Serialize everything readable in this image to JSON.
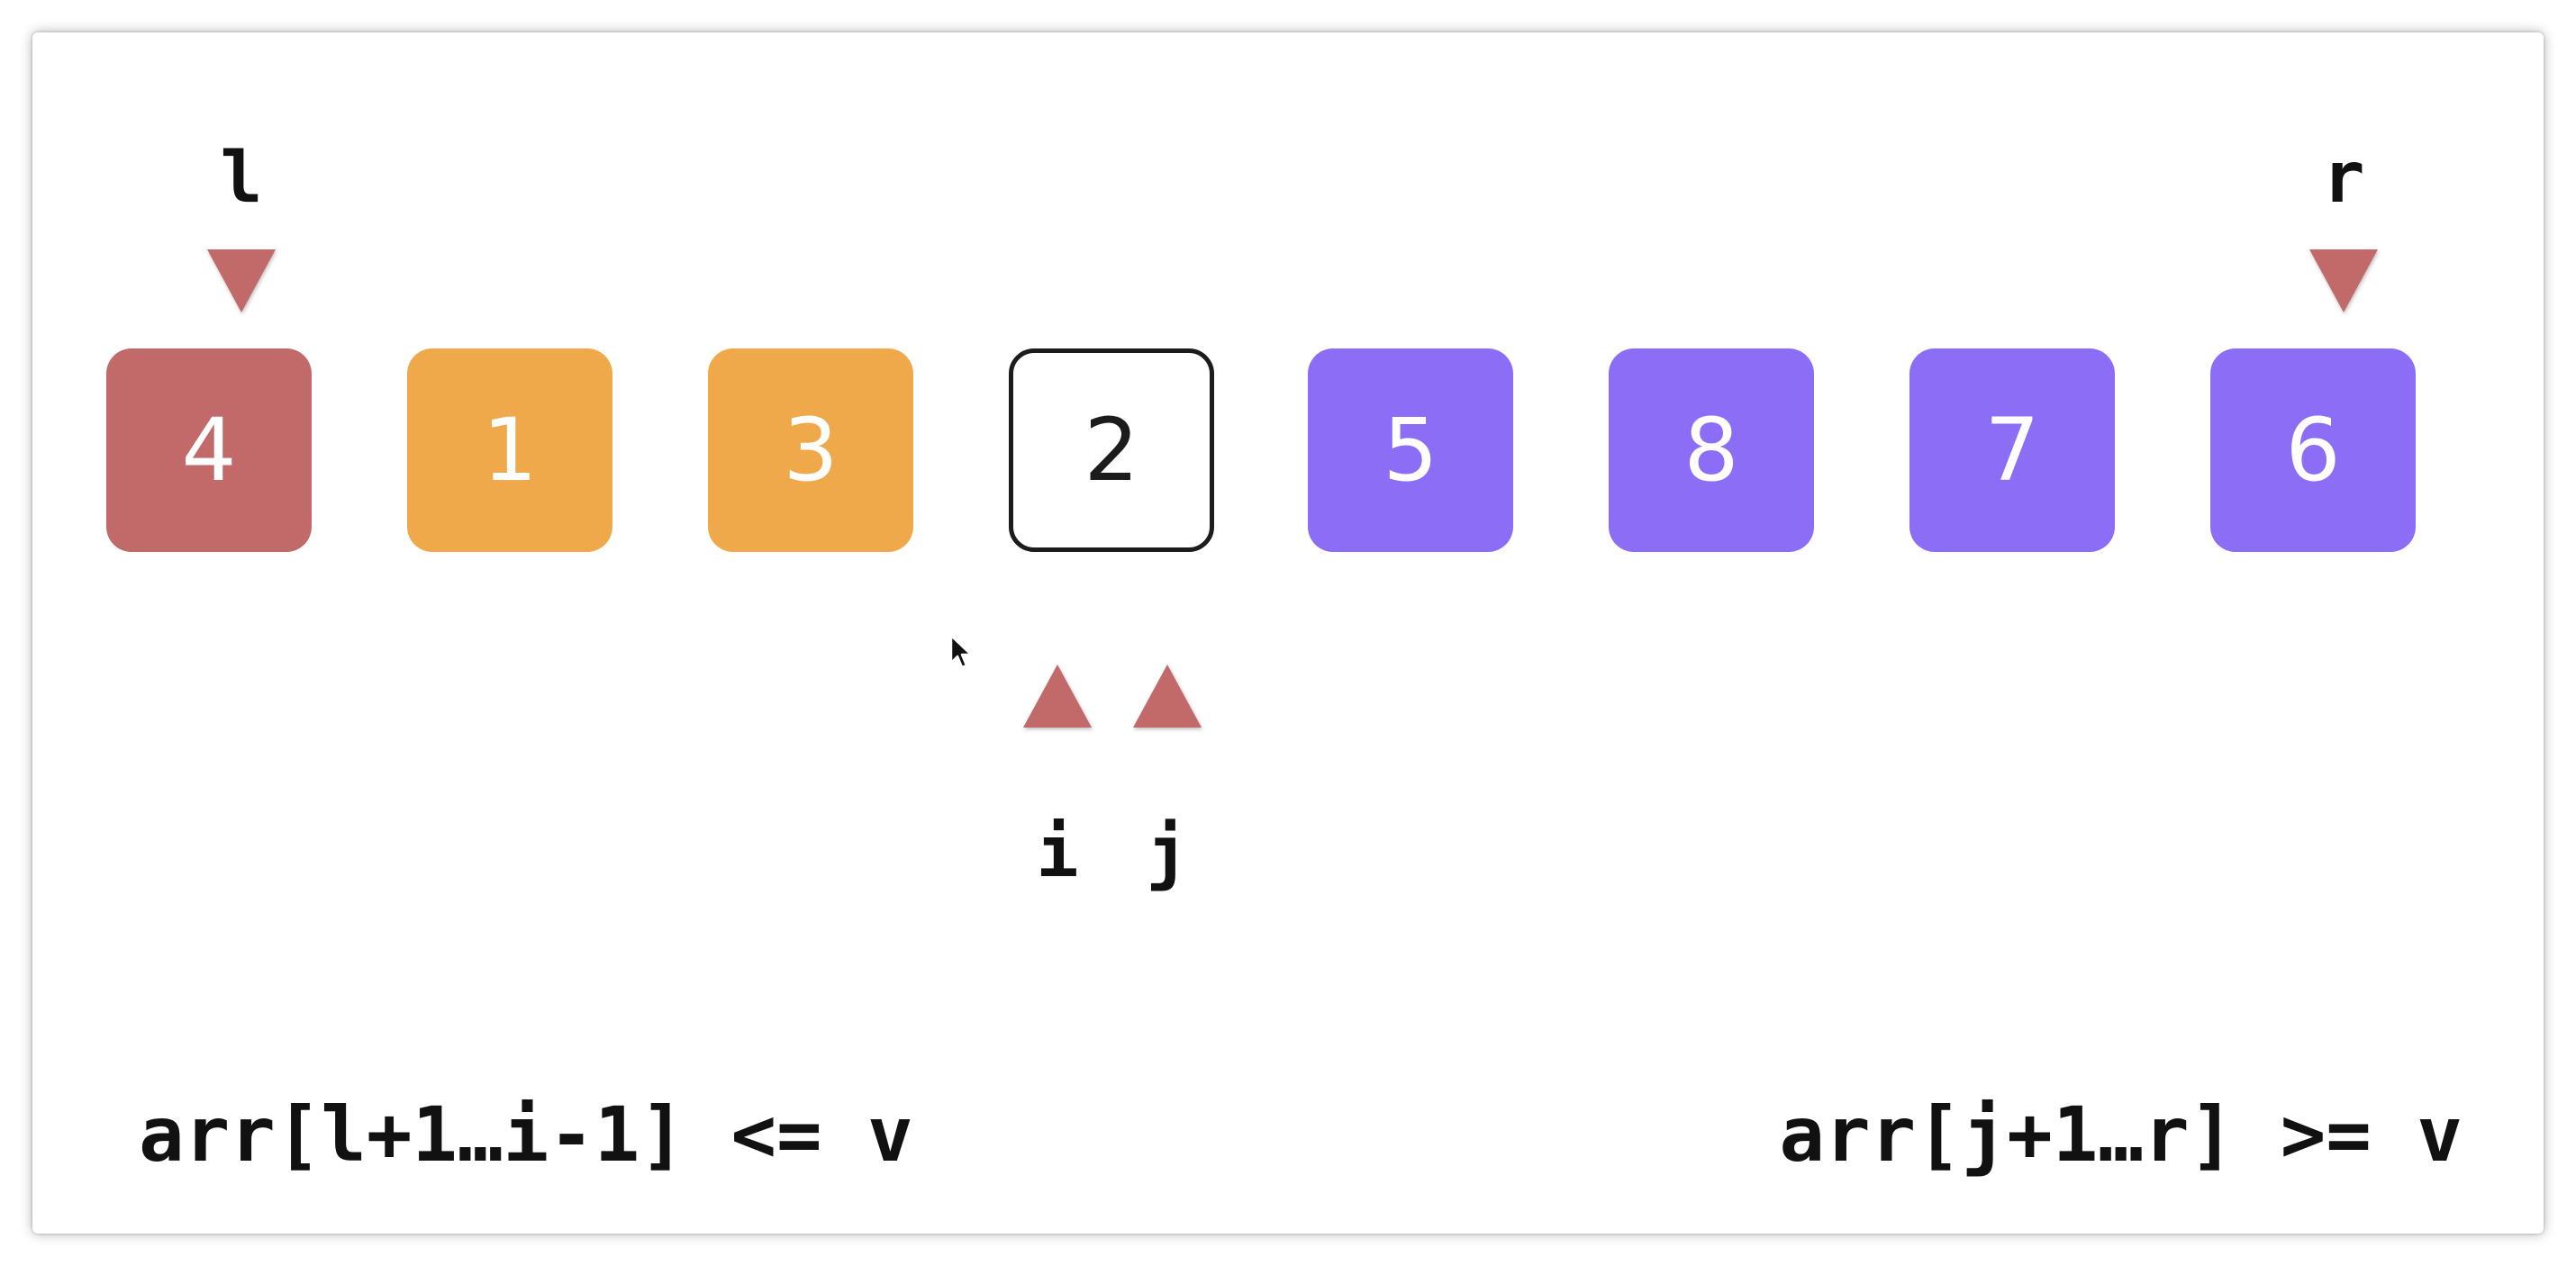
{
  "array": [
    {
      "value": "4",
      "color": "#c26a6a",
      "style": "filled"
    },
    {
      "value": "1",
      "color": "#f0a94a",
      "style": "filled"
    },
    {
      "value": "3",
      "color": "#f0a94a",
      "style": "filled"
    },
    {
      "value": "2",
      "color": "#ffffff",
      "style": "outlined"
    },
    {
      "value": "5",
      "color": "#8b6ef5",
      "style": "filled"
    },
    {
      "value": "8",
      "color": "#8b6ef5",
      "style": "filled"
    },
    {
      "value": "7",
      "color": "#8b6ef5",
      "style": "filled"
    },
    {
      "value": "6",
      "color": "#8b6ef5",
      "style": "filled"
    }
  ],
  "pointers": {
    "l": {
      "label": "l",
      "index": 0,
      "direction": "down"
    },
    "r": {
      "label": "r",
      "index": 7,
      "direction": "down"
    },
    "i": {
      "label": "i",
      "direction": "up"
    },
    "j": {
      "label": "j",
      "direction": "up"
    }
  },
  "formulas": {
    "left": "arr[l+1…i-1] <= v",
    "right": "arr[j+1…r] >= v"
  },
  "colors": {
    "pointer": "#c26a6a",
    "pivot": "#c26a6a",
    "less_than_v": "#f0a94a",
    "greater_than_v": "#8b6ef5"
  },
  "icons": {
    "cursor": "mouse-pointer-icon"
  }
}
